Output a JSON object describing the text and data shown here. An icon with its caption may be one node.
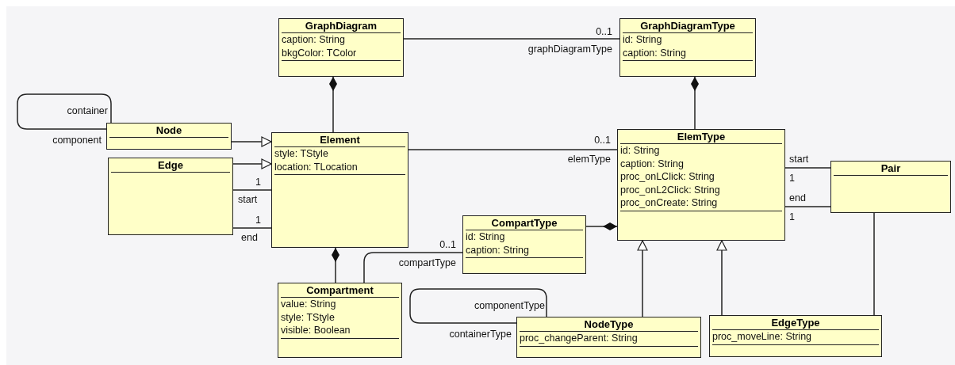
{
  "diagram": {
    "nodes": [
      {
        "text": [
          "GraphDiagram",
          "caption: String",
          "bkgColor: TColor"
        ]
      },
      {
        "text": [
          "GraphDiagramType",
          "id: String",
          "caption: String"
        ]
      },
      {
        "text": [
          "Node"
        ]
      },
      {
        "text": [
          "Element",
          "style: TStyle",
          "location: TLocation"
        ]
      },
      {
        "text": [
          "ElemType",
          "id: String",
          "caption: String",
          "proc_onLClick: String",
          "proc_onL2Click: String",
          "proc_onCreate: String"
        ]
      },
      {
        "text": [
          "Edge"
        ]
      },
      {
        "text": [
          "Pair"
        ]
      },
      {
        "text": [
          "CompartType",
          "id: String",
          "caption: String"
        ]
      },
      {
        "text": [
          "Compartment",
          "value: String",
          "style: TStyle",
          "visible: Boolean"
        ]
      },
      {
        "text": [
          "NodeType",
          "proc_changeParent: String"
        ]
      },
      {
        "text": [
          "EdgeType",
          "proc_moveLine: String"
        ]
      }
    ],
    "edges": [
      {
        "from": 0,
        "to": 1,
        "arrow": "none"
      },
      {
        "from": 1,
        "to": 4,
        "arrow": "other"
      },
      {
        "from": 0,
        "to": 3,
        "arrow": "other"
      },
      {
        "from": 2,
        "to": 3,
        "arrow": "to"
      },
      {
        "from": 5,
        "to": 3,
        "arrow": "to"
      },
      {
        "from": 5,
        "to": 3,
        "arrow": "none"
      },
      {
        "from": 5,
        "to": 3,
        "arrow": "none"
      },
      {
        "from": 3,
        "to": 4,
        "arrow": "none"
      },
      {
        "from": 2,
        "to": 2,
        "arrow": "none"
      },
      {
        "from": 4,
        "to": 6,
        "arrow": "none"
      },
      {
        "from": 4,
        "to": 6,
        "arrow": "none"
      },
      {
        "from": 4,
        "to": 7,
        "arrow": "other"
      },
      {
        "from": 3,
        "to": 8,
        "arrow": "other"
      },
      {
        "from": 8,
        "to": 7,
        "arrow": "none"
      },
      {
        "from": 9,
        "to": 4,
        "arrow": "to"
      },
      {
        "from": 10,
        "to": 4,
        "arrow": "to"
      },
      {
        "from": 9,
        "to": 9,
        "arrow": "none"
      },
      {
        "from": 6,
        "to": 10,
        "arrow": "none"
      }
    ],
    "labels": [
      "0..1",
      "graphDiagramType",
      "container",
      "component",
      "1",
      "start",
      "1",
      "end",
      "0..1",
      "elemType",
      "start",
      "1",
      "end",
      "1",
      "0..1",
      "compartType",
      "componentType",
      "containerType"
    ]
  }
}
